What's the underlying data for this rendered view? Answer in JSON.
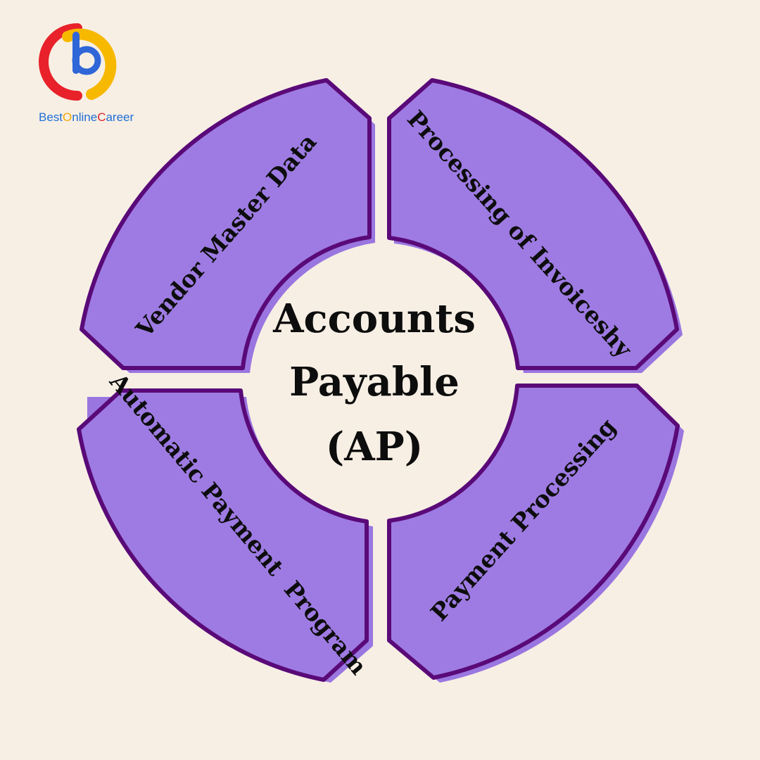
{
  "logo": {
    "glyph": "b",
    "brand_parts": [
      {
        "text": "Best",
        "color": "#1f6fd6"
      },
      {
        "text": "O",
        "color": "#f2a900"
      },
      {
        "text": "nline",
        "color": "#1f6fd6"
      },
      {
        "text": "C",
        "color": "#e0242b"
      },
      {
        "text": "areer",
        "color": "#1f6fd6"
      }
    ],
    "colors": {
      "red": "#e8212a",
      "yellow": "#f7b800",
      "blue": "#2f66d8"
    }
  },
  "center": {
    "lines": [
      "Accounts",
      "Payable",
      "(AP)"
    ]
  },
  "segments": [
    {
      "id": "top-left",
      "label": "Vendor Master Data"
    },
    {
      "id": "top-right",
      "label": "Processing of Invoiceshy"
    },
    {
      "id": "bottom-left",
      "label": "Automatic Payment  Program"
    },
    {
      "id": "bottom-right",
      "label": "Payment Processing"
    }
  ],
  "colors": {
    "background": "#f7efe4",
    "segment_fill": "#9e7be3",
    "segment_stroke": "#5a0a78",
    "segment_shadow": "#9a76e0"
  }
}
